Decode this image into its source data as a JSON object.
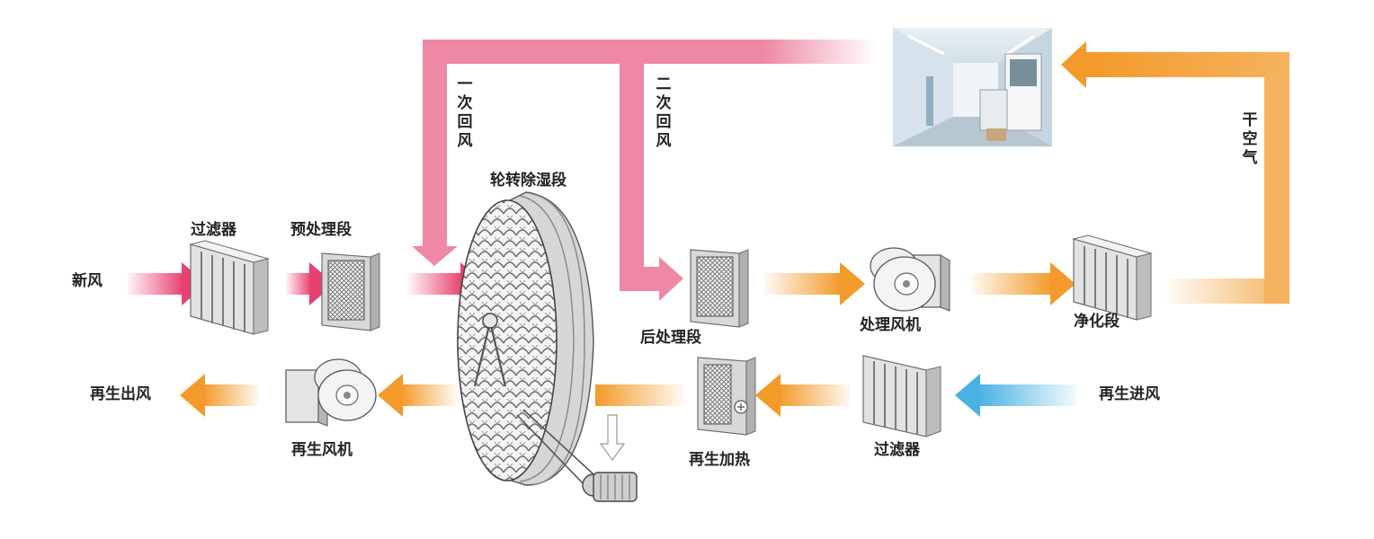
{
  "labels": {
    "fresh_air": "新风",
    "filter_top": "过滤器",
    "pretreatment": "预处理段",
    "rotor_section": "轮转除湿段",
    "primary_return": "一次回风",
    "secondary_return": "二次回风",
    "post_treatment": "后处理段",
    "process_fan": "处理风机",
    "purification": "净化段",
    "dry_air": "干空气",
    "regen_outlet": "再生出风",
    "regen_fan": "再生风机",
    "regen_heating": "再生加热",
    "filter_bottom": "过滤器",
    "regen_inlet": "再生进风"
  },
  "colors": {
    "process_pink": "#e8416f",
    "return_pink": "#ee88a4",
    "warm_orange": "#f39a2a",
    "dry_orange": "#f5b25e",
    "regen_blue": "#4ab1e3"
  }
}
